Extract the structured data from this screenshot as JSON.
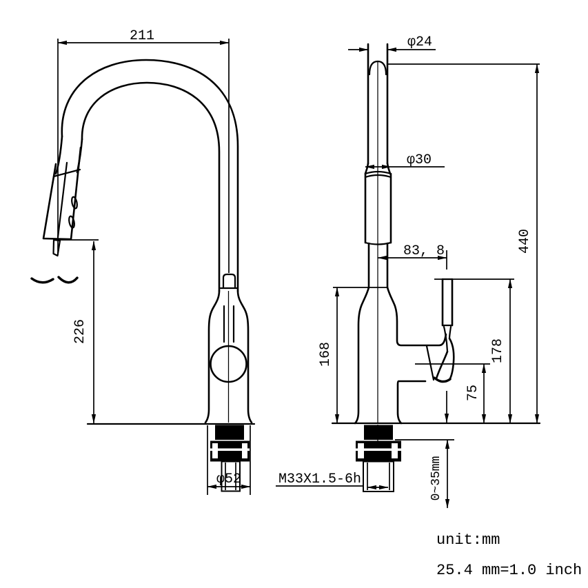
{
  "drawing": {
    "background_color": "#ffffff",
    "line_color": "#000000",
    "side_view": {
      "spout_width": "211",
      "outlet_height": "226",
      "base_diameter": "φ52"
    },
    "front_view": {
      "top_diameter": "φ24",
      "body_diameter": "φ30",
      "handle_offset": "83, 8",
      "overall_height": "440",
      "spout_base_height": "168",
      "handle_top_height": "178",
      "handle_pivot_height": "75",
      "thread_spec": "M33X1.5-6h",
      "mount_thickness_range": "0~35mm"
    },
    "notes": {
      "unit": "unit:mm",
      "conversion": "25.4 mm=1.0 inch"
    }
  }
}
